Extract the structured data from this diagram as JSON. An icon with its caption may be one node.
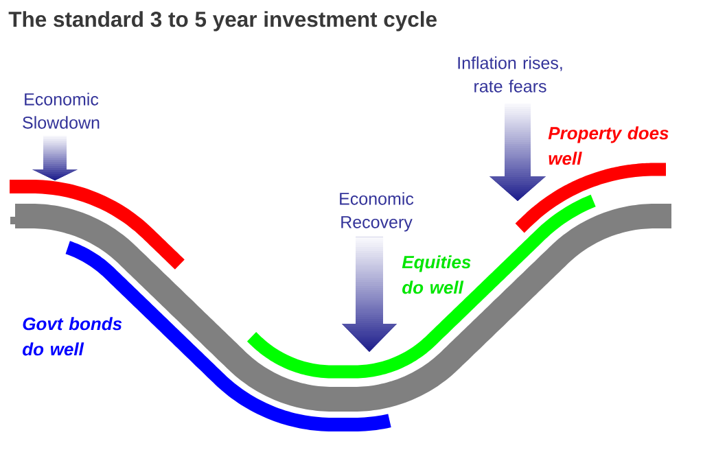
{
  "diagram": {
    "title": "The standard 3 to 5 year investment cycle",
    "nodes": [
      {
        "text": [
          "Economic Slowdown"
        ]
      },
      {
        "text": [],
        "shape": "bar"
      },
      {
        "text": [],
        "shape": "bar",
        "beside": [
          "Govt bonds do well"
        ]
      },
      {
        "text": [
          "Economic Recovery"
        ]
      },
      {
        "text": [],
        "shape": "bar",
        "beside": [
          "Equities do well"
        ]
      },
      {
        "text": [
          "Inflation rises, rate fears"
        ]
      },
      {
        "text": [],
        "shape": "bar",
        "beside": [
          "Property does well"
        ]
      }
    ],
    "edges": [
      {
        "from": 0,
        "to": 1,
        "arrow": "to"
      },
      {
        "from": 3,
        "to": 4,
        "arrow": "to"
      },
      {
        "from": 5,
        "to": 6,
        "arrow": "to"
      }
    ]
  }
}
